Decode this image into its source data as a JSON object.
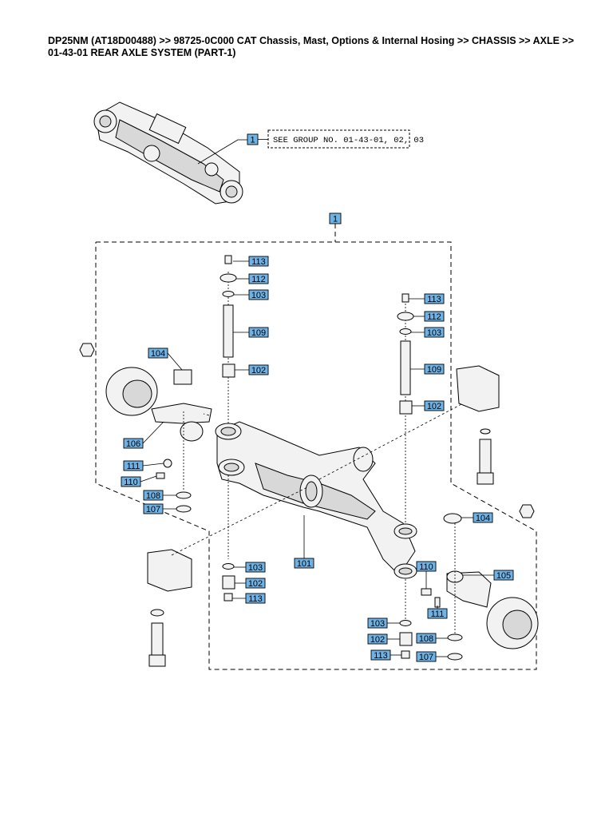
{
  "header": {
    "line1": "DP25NM (AT18D00488) >> 98725-0C000 CAT Chassis, Mast, Options & Internal Hosing >> CHASSIS >> AXLE >>",
    "line2": "01-43-01 REAR AXLE SYSTEM (PART-1)"
  },
  "reference": {
    "callout": "1",
    "note": "SEE GROUP NO. 01-43-01, 02, 03"
  },
  "assembly_callout": "1",
  "callouts": [
    "113",
    "112",
    "103",
    "109",
    "102",
    "113",
    "112",
    "103",
    "109",
    "102",
    "104",
    "106",
    "111",
    "110",
    "108",
    "107",
    "101",
    "103",
    "102",
    "113",
    "110",
    "111",
    "104",
    "105",
    "103",
    "102",
    "108",
    "113",
    "107"
  ]
}
